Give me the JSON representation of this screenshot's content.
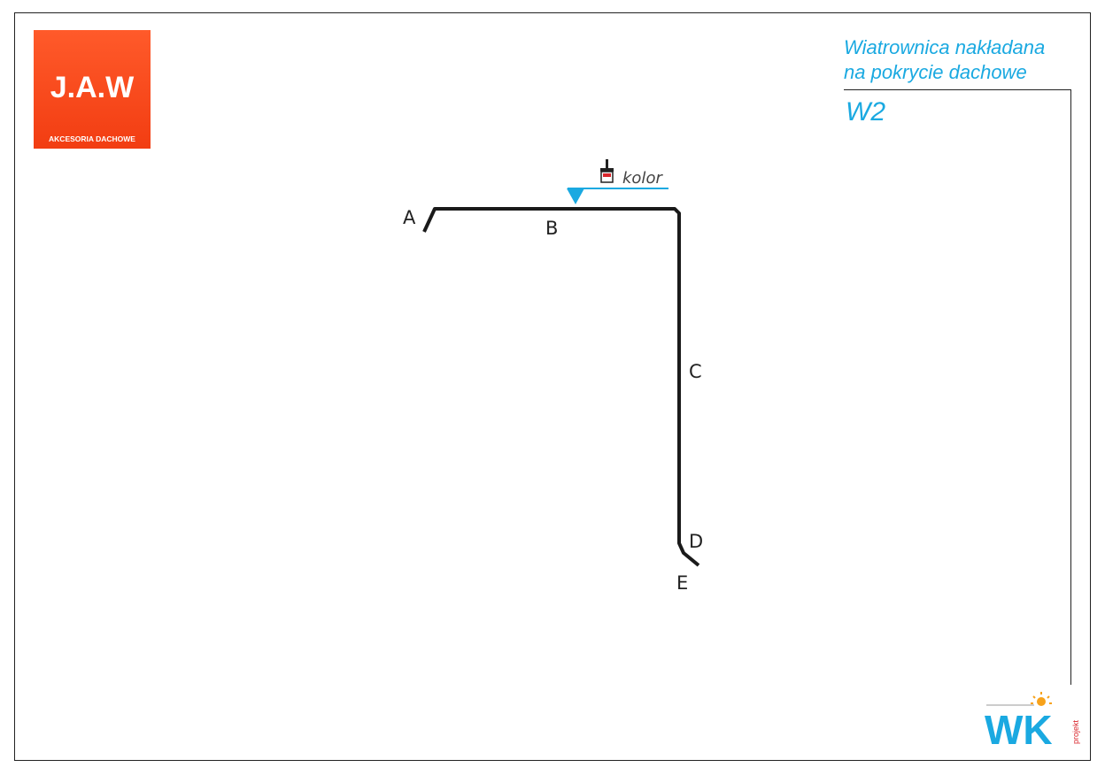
{
  "logo": {
    "main": "J.A.W",
    "sub": "AKCESORIA DACHOWE"
  },
  "title": {
    "line1": "Wiatrownica nakładana",
    "line2": "na pokrycie dachowe",
    "code": "W2"
  },
  "diagram": {
    "labels": {
      "a": "A",
      "b": "B",
      "c": "C",
      "d": "D",
      "e": "E"
    },
    "color_note": "kolor",
    "colors": {
      "profile": "#1a1a1a",
      "accent": "#1aa9e1",
      "paint": "#d9262c"
    }
  },
  "footer_logo": {
    "letters": "WK",
    "side": "projekt"
  }
}
